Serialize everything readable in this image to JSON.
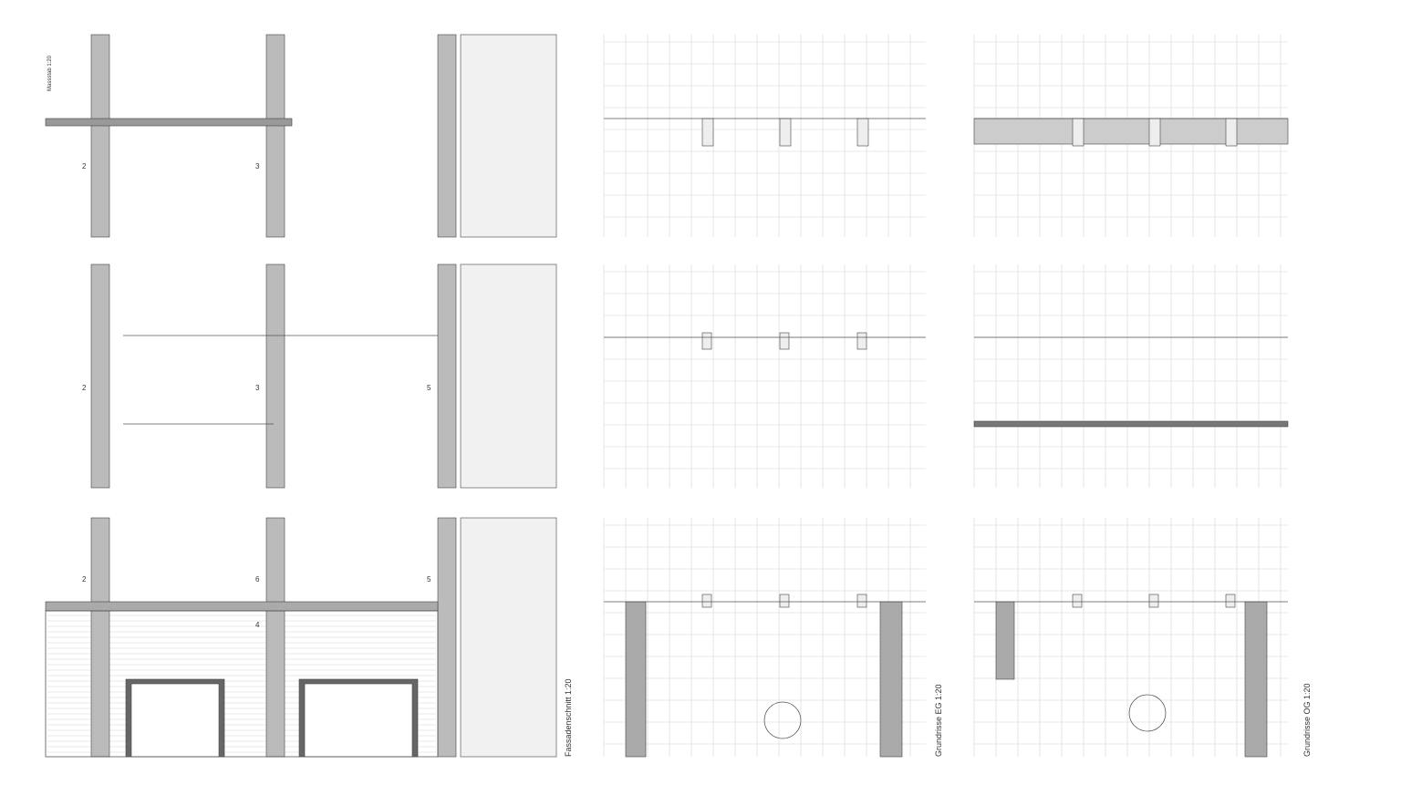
{
  "legend": {
    "heading": "Massstab 1:20"
  },
  "labels": {
    "section": "Fassadenschnitt 1:20",
    "plan_eg": "Grundrisse EG 1:20",
    "plan_og": "Grundrisse OG 1:20"
  },
  "axis_numbers": [
    "2",
    "3",
    "2",
    "3",
    "5",
    "2",
    "6",
    "5",
    "4"
  ],
  "colors": {
    "line": "#555555",
    "grid": "#d0d0d0",
    "wall": "#7a7a7a"
  }
}
